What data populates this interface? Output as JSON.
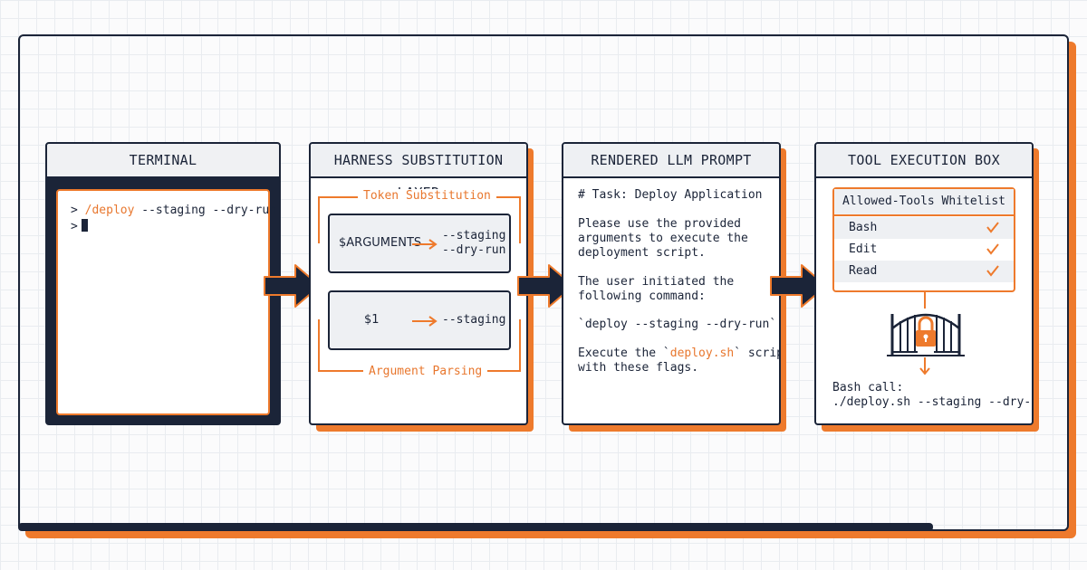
{
  "terminal": {
    "title": "TERMINAL",
    "line1_prompt": "> ",
    "line1_command": "/deploy",
    "line1_args": " --staging --dry-run",
    "line2_prompt": ">"
  },
  "harness": {
    "title": "HARNESS SUBSTITUTION LAYER",
    "token_group_label": "Token Substitution",
    "token_key": "$ARGUMENTS",
    "token_value_line1": "--staging",
    "token_value_line2": "--dry-run",
    "arg_group_label": "Argument Parsing",
    "arg_key": "$1",
    "arg_value": "--staging"
  },
  "prompt": {
    "title": "RENDERED LLM PROMPT",
    "heading": "# Task: Deploy Application",
    "para1": [
      "Please use the provided",
      "arguments to execute the",
      "deployment script."
    ],
    "para2": [
      "The user initiated the",
      "following command:"
    ],
    "command": "`deploy --staging --dry-run`",
    "para3_prefix": "Execute the `",
    "para3_script": "deploy.sh",
    "para3_suffix": "` script",
    "para3_line2": "with these flags."
  },
  "tool": {
    "title": "TOOL EXECUTION BOX",
    "whitelist_title": "Allowed-Tools Whitelist",
    "tools": [
      "Bash",
      "Edit",
      "Read"
    ],
    "call_label": "Bash call:",
    "call_command": "./deploy.sh --staging --dry-run"
  },
  "colors": {
    "navy": "#1b2438",
    "accent": "#ee7a2c",
    "panel_header": "#eef0f3"
  },
  "icons": [
    "check-icon",
    "padlock-icon",
    "gate-icon",
    "right-arrow-icon",
    "down-arrow-icon"
  ]
}
